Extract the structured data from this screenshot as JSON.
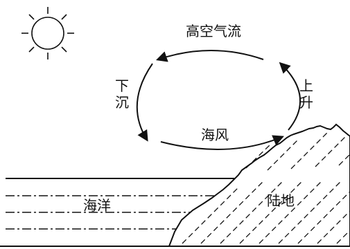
{
  "diagram": {
    "labels": {
      "upper_airflow": "高空气流",
      "rise": "上升",
      "sink": "下沉",
      "sea_breeze": "海风",
      "ocean": "海洋",
      "land": "陆地"
    },
    "icons": {
      "sun": "sun-icon"
    },
    "colors": {
      "stroke": "#111111",
      "background": "#ffffff"
    }
  }
}
